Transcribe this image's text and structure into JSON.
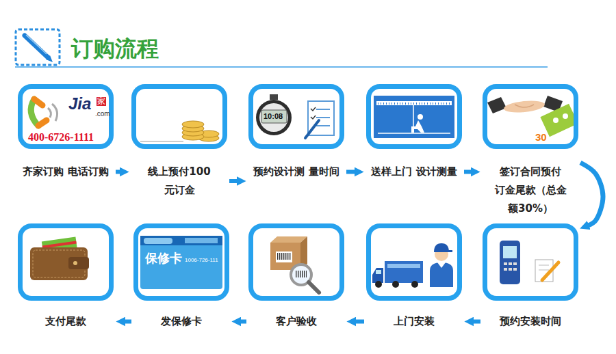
{
  "diagram": {
    "title": "订购流程",
    "nodes": [
      {
        "text": [
          "400-6726-1111",
          "齐家订购 电话订购"
        ]
      },
      {
        "text": [
          "线上预付100 元订金"
        ]
      },
      {
        "text": [
          "预约设计测 量时间"
        ]
      },
      {
        "text": [
          "送样上门 设计测量"
        ]
      },
      {
        "text": [
          "签订合同预付 订金尾款（总金 额30%）"
        ]
      },
      {
        "text": [
          "预约安装时间"
        ]
      },
      {
        "text": [
          "上门安装"
        ]
      },
      {
        "text": [
          "客户验收"
        ]
      },
      {
        "text": [
          "发保修卡"
        ]
      },
      {
        "text": [
          "支付尾款"
        ]
      }
    ],
    "edges": [
      {
        "from": 0,
        "to": 1,
        "arrow": "to"
      },
      {
        "from": 1,
        "to": 2,
        "arrow": "to"
      },
      {
        "from": 2,
        "to": 3,
        "arrow": "to"
      },
      {
        "from": 3,
        "to": 4,
        "arrow": "to"
      },
      {
        "from": 4,
        "to": 5,
        "arrow": "to"
      },
      {
        "from": 5,
        "to": 6,
        "arrow": "to"
      },
      {
        "from": 6,
        "to": 7,
        "arrow": "to"
      },
      {
        "from": 7,
        "to": 8,
        "arrow": "to"
      },
      {
        "from": 8,
        "to": 9,
        "arrow": "to"
      }
    ],
    "labels": [
      "Jia",
      "家",
      ".com",
      "10:08",
      "30",
      "保修卡",
      "1006-726-111"
    ]
  }
}
